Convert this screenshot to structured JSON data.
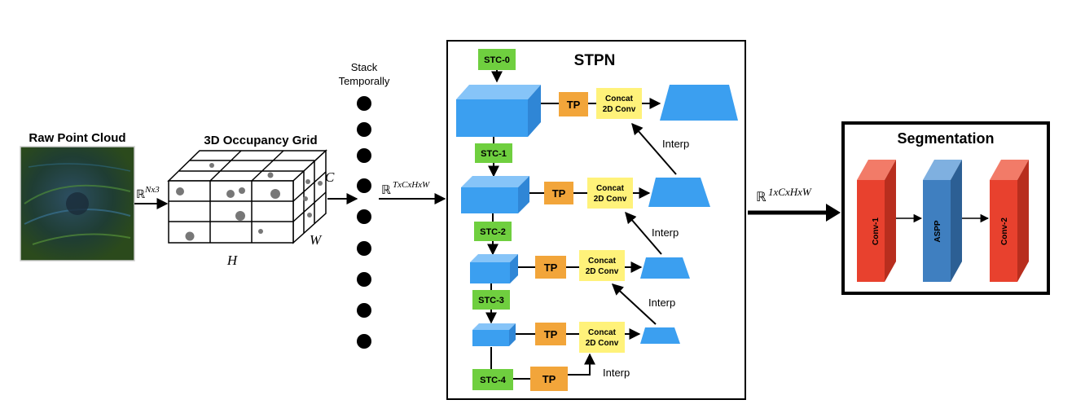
{
  "raw": {
    "title": "Raw Point Cloud",
    "r_symbol": "ℝ",
    "r_sup": "Nx3"
  },
  "grid": {
    "title": "3D Occupancy Grid",
    "h": "H",
    "w": "W",
    "c": "C"
  },
  "stack": {
    "line1": "Stack",
    "line2": "Temporally",
    "r_symbol": "ℝ",
    "r_sup": "TxCxHxW"
  },
  "stpn": {
    "title": "STPN",
    "stc": [
      "STC-0",
      "STC-1",
      "STC-2",
      "STC-3",
      "STC-4"
    ],
    "tp": "TP",
    "concat_line1": "Concat",
    "concat_line2": "2D Conv",
    "interp": "Interp"
  },
  "out": {
    "r_symbol": "ℝ",
    "r_sup": "1xCxHxW"
  },
  "seg": {
    "title": "Segmentation",
    "blocks": [
      "Conv-1",
      "ASPP",
      "Conv-2"
    ]
  },
  "colors": {
    "blue": "#3b9ff0",
    "green": "#6fcf3f",
    "orange": "#f2a53a",
    "yellow": "#fff27a",
    "red": "#e8412e",
    "steel": "#3f7fc0"
  }
}
